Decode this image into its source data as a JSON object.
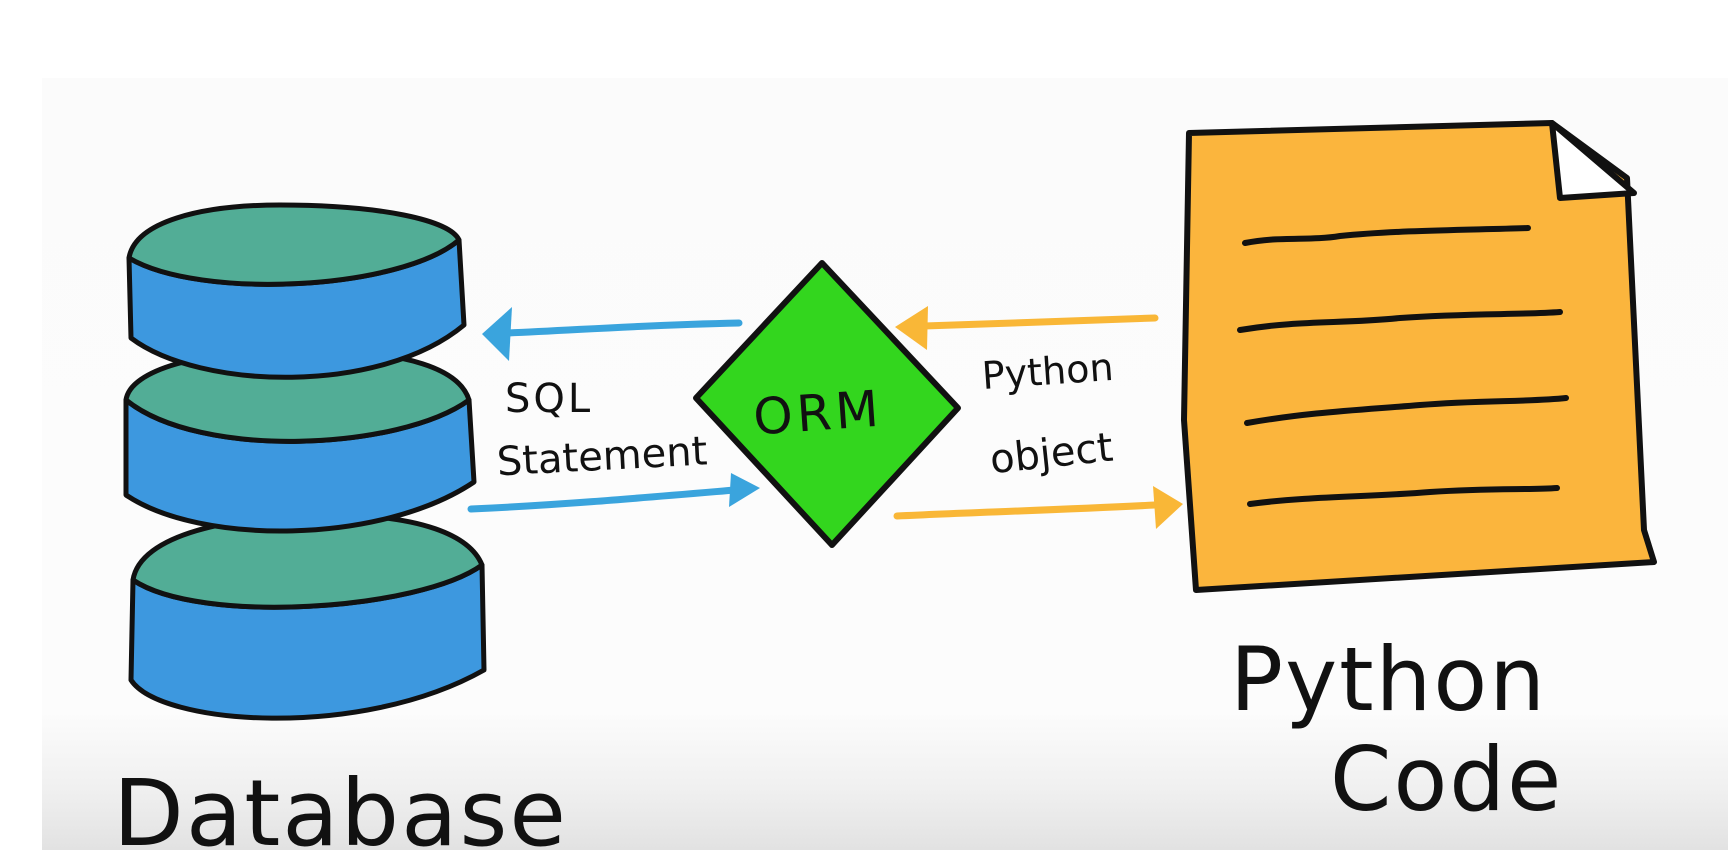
{
  "diagram": {
    "nodes": {
      "database": {
        "label": "Database"
      },
      "orm": {
        "label": "ORM"
      },
      "python_code": {
        "label_line1": "Python",
        "label_line2": "Code"
      }
    },
    "edges": {
      "sql": {
        "label_line1": "SQL",
        "label_line2": "Statement"
      },
      "python_object": {
        "label_line1": "Python",
        "label_line2": "object"
      }
    },
    "colors": {
      "database_top": "#52ad96",
      "database_side": "#3d98df",
      "orm_fill": "#33d61e",
      "document_fill": "#fbb53d",
      "sql_arrow": "#3aa4dd",
      "python_arrow": "#f9b737",
      "outline": "#111111"
    }
  }
}
